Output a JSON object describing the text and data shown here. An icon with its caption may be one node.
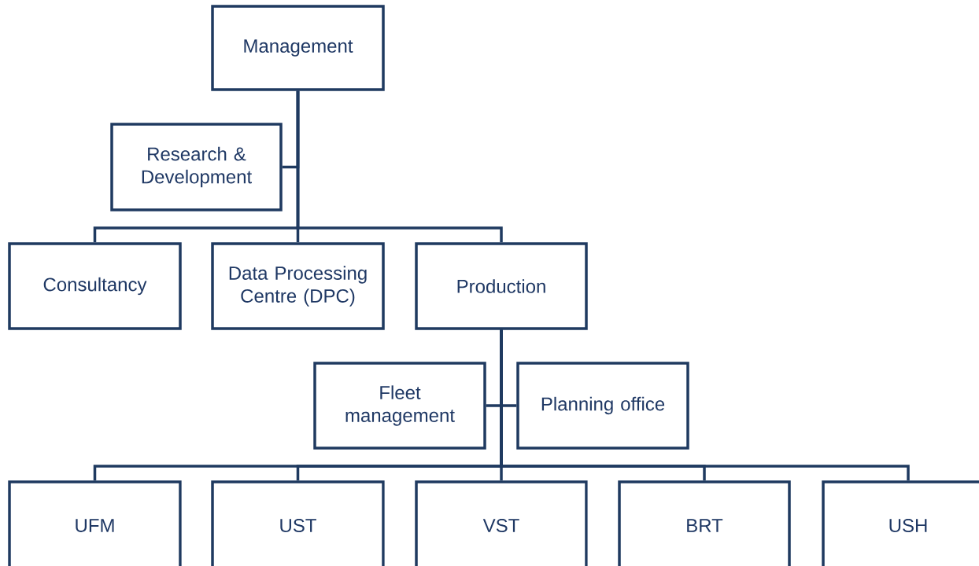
{
  "diagram": {
    "nodes": [
      {
        "text": [
          "Management"
        ]
      },
      {
        "text": [
          "Research & Development"
        ]
      },
      {
        "text": [
          "Consultancy"
        ]
      },
      {
        "text": [
          "Data Processing Centre (DPC)"
        ]
      },
      {
        "text": [
          "Production"
        ]
      },
      {
        "text": [
          "Fleet management"
        ]
      },
      {
        "text": [
          "Planning office"
        ]
      },
      {
        "text": [
          "UFM"
        ]
      },
      {
        "text": [
          "UST"
        ]
      },
      {
        "text": [
          "VST"
        ]
      },
      {
        "text": [
          "BRT"
        ]
      },
      {
        "text": [
          "USH"
        ]
      }
    ],
    "edges": [
      {
        "from": 0,
        "to": 1,
        "arrow": "none"
      },
      {
        "from": 0,
        "to": 2,
        "arrow": "none"
      },
      {
        "from": 0,
        "to": 3,
        "arrow": "none"
      },
      {
        "from": 0,
        "to": 4,
        "arrow": "none"
      },
      {
        "from": 4,
        "to": 5,
        "arrow": "none"
      },
      {
        "from": 4,
        "to": 6,
        "arrow": "none"
      },
      {
        "from": 4,
        "to": 7,
        "arrow": "none"
      },
      {
        "from": 4,
        "to": 8,
        "arrow": "none"
      },
      {
        "from": 4,
        "to": 9,
        "arrow": "none"
      },
      {
        "from": 4,
        "to": 10,
        "arrow": "none"
      },
      {
        "from": 4,
        "to": 11,
        "arrow": "none"
      }
    ]
  }
}
